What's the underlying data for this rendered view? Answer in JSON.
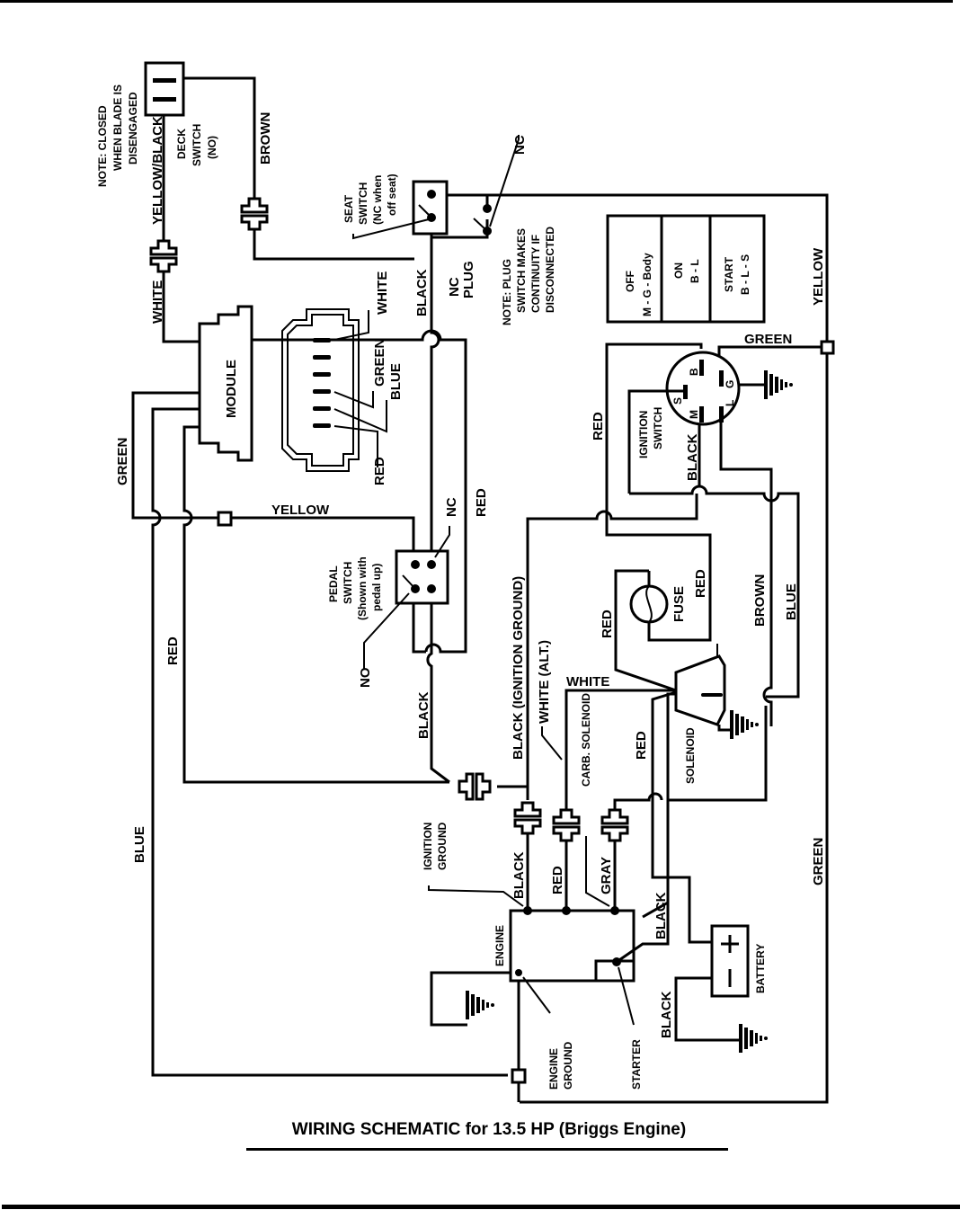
{
  "title": "WIRING SCHEMATIC for 13.5  HP (Briggs Engine)",
  "components": {
    "deck_switch": {
      "label_1": "DECK",
      "label_2": "SWITCH",
      "label_3": "(NO)"
    },
    "deck_note": {
      "line_1": "NOTE: CLOSED",
      "line_2": "WHEN BLADE IS",
      "line_3": "DISENGAGED"
    },
    "seat_switch": {
      "line_1": "SEAT",
      "line_2": "SWITCH",
      "line_3": "(NC when",
      "line_4": "off seat)"
    },
    "nc_top": "NC",
    "nc_plug": {
      "line_1": "NC",
      "line_2": "PLUG"
    },
    "plug_note": {
      "line_1": "NOTE:  PLUG",
      "line_2": "SWITCH MAKES",
      "line_3": "CONTINUITY IF",
      "line_4": "DISCONNECTED"
    },
    "module": "MODULE",
    "pedal_switch": {
      "line_1": "PEDAL",
      "line_2": "SWITCH",
      "line_3": "(Shown with",
      "line_4": "pedal up)"
    },
    "pedal_nc": "NC",
    "pedal_no": "NO",
    "ignition_switch": {
      "line_1": "IGNITION",
      "line_2": "SWITCH"
    },
    "ignition_terminals": {
      "b": "B",
      "g": "G",
      "s": "S",
      "m": "M",
      "l": "L"
    },
    "key_table": [
      {
        "state": "OFF",
        "circuit": "M - G - Body"
      },
      {
        "state": "ON",
        "circuit": "B - L"
      },
      {
        "state": "START",
        "circuit": "B - L - S"
      }
    ],
    "fuse": "FUSE",
    "solenoid": "SOLENOID",
    "carb_solenoid": "CARB. SOLENOID",
    "engine": "ENGINE",
    "engine_ground": {
      "line_1": "ENGINE",
      "line_2": "GROUND"
    },
    "ignition_ground": {
      "line_1": "IGNITION",
      "line_2": "GROUND"
    },
    "starter": "STARTER",
    "battery": {
      "label": "BATTERY",
      "plus": "+",
      "minus": "–"
    }
  },
  "wires": {
    "yellow_black": "YELLOW/BLACK",
    "brown_deck": "BROWN",
    "white_module": "WHITE",
    "white_connector": "WHITE",
    "green_connector": "GREEN",
    "blue_connector": "BLUE",
    "red_connector": "RED",
    "black_seat": "BLACK",
    "green_left": "GREEN",
    "yellow_mid": "YELLOW",
    "red_left": "RED",
    "red_pedal": "RED",
    "black_pedal": "BLACK",
    "blue_left": "BLUE",
    "yellow_right": "YELLOW",
    "green_ign": "GREEN",
    "red_ign": "RED",
    "black_ign": "BLACK",
    "black_ign_ground": "BLACK (IGNITION GROUND)",
    "white_alt": "WHITE (ALT.)",
    "red_fuse_left": "RED",
    "red_fuse_right": "RED",
    "brown_right": "BROWN",
    "blue_right": "BLUE",
    "white_sol": "WHITE",
    "red_sol": "RED",
    "black_eng": "BLACK",
    "red_eng": "RED",
    "gray_eng": "GRAY",
    "black_starter": "BLACK",
    "black_battery": "BLACK",
    "green_right": "GREEN"
  }
}
